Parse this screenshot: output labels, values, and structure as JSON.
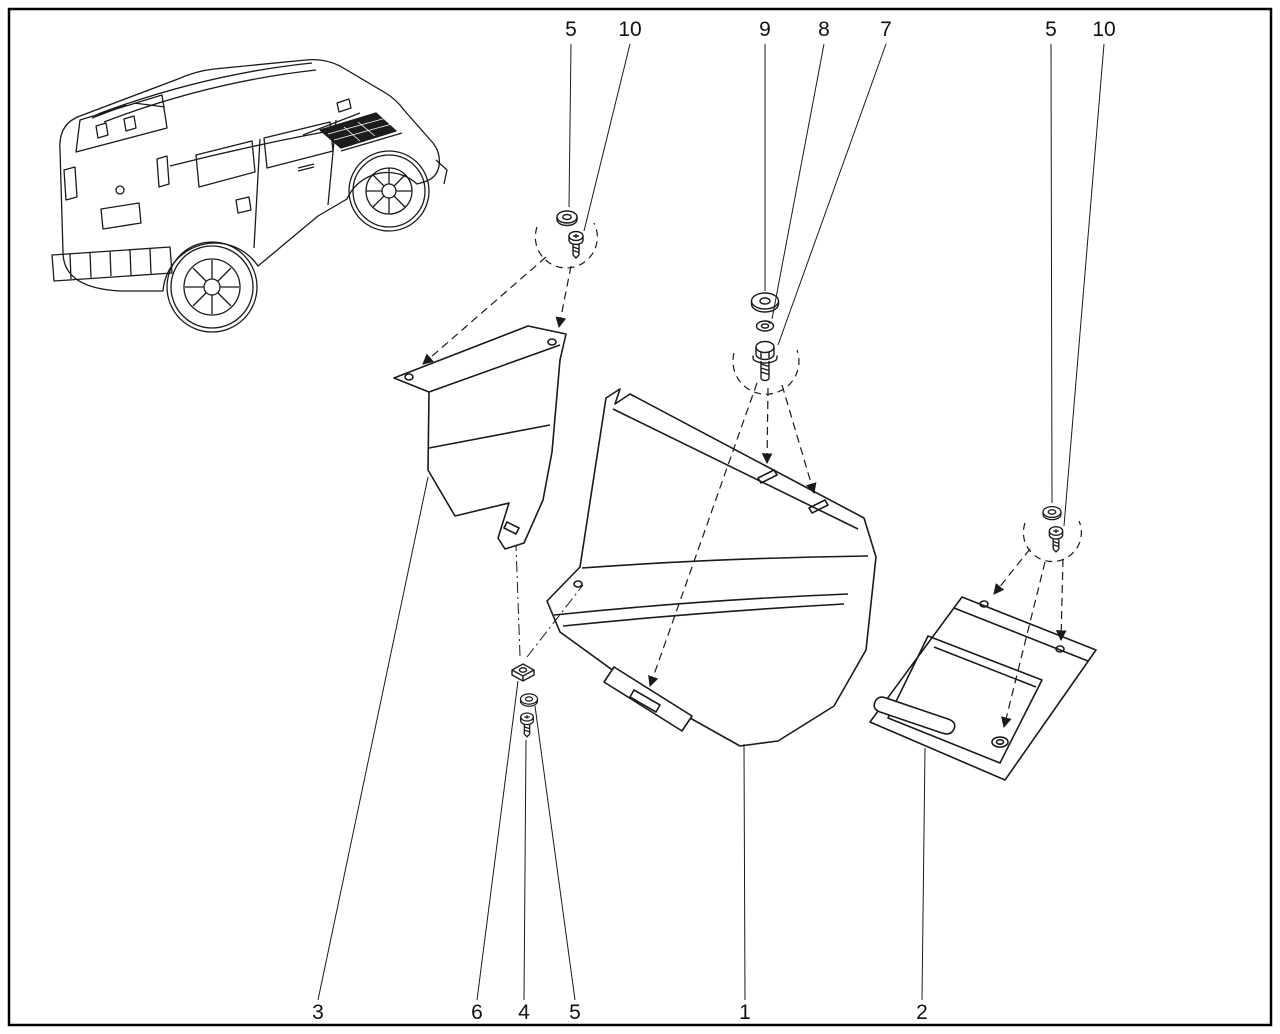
{
  "colors": {
    "line": "#1a1a1a",
    "background": "#ffffff"
  },
  "figure_type": "exploded-parts-diagram",
  "callouts": {
    "top": [
      {
        "label": "5"
      },
      {
        "label": "10"
      },
      {
        "label": "9"
      },
      {
        "label": "8"
      },
      {
        "label": "7"
      },
      {
        "label": "5"
      },
      {
        "label": "10"
      }
    ],
    "bottom": [
      {
        "label": "3"
      },
      {
        "label": "6"
      },
      {
        "label": "4"
      },
      {
        "label": "5"
      },
      {
        "label": "1"
      },
      {
        "label": "2"
      }
    ]
  }
}
